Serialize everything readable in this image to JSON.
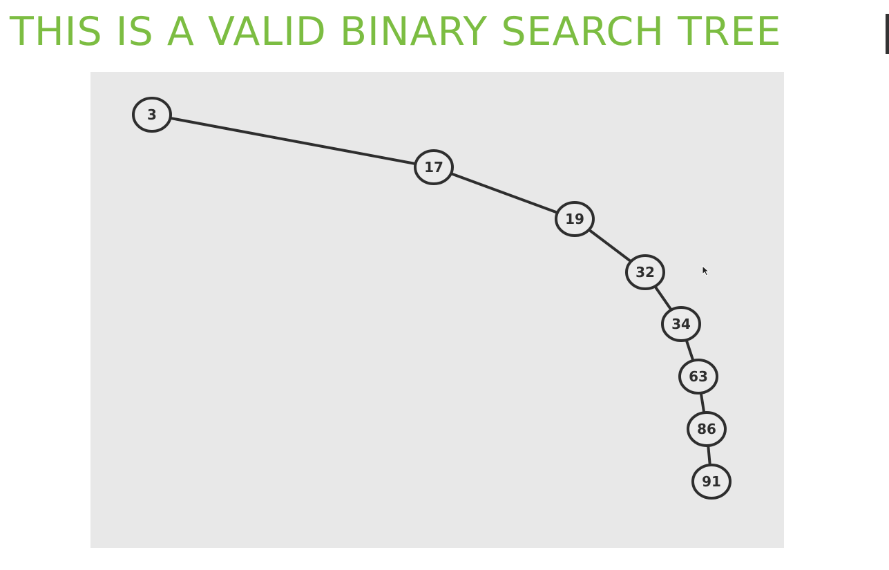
{
  "header": {
    "title": "THIS IS A VALID BINARY SEARCH TREE"
  },
  "colors": {
    "title": "#7cbd42",
    "canvas": "#e8e8e8",
    "node_stroke": "#2e2e2e",
    "node_fill": "#ebebeb",
    "edge": "#2e2e2e"
  },
  "tree": {
    "nodes": [
      {
        "id": "n3",
        "label": "3"
      },
      {
        "id": "n17",
        "label": "17"
      },
      {
        "id": "n19",
        "label": "19"
      },
      {
        "id": "n32",
        "label": "32"
      },
      {
        "id": "n34",
        "label": "34"
      },
      {
        "id": "n63",
        "label": "63"
      },
      {
        "id": "n86",
        "label": "86"
      },
      {
        "id": "n91",
        "label": "91"
      }
    ],
    "edges": [
      {
        "from": "n3",
        "to": "n17",
        "side": "right"
      },
      {
        "from": "n17",
        "to": "n19",
        "side": "right"
      },
      {
        "from": "n19",
        "to": "n32",
        "side": "right"
      },
      {
        "from": "n32",
        "to": "n34",
        "side": "right"
      },
      {
        "from": "n34",
        "to": "n63",
        "side": "right"
      },
      {
        "from": "n63",
        "to": "n86",
        "side": "right"
      },
      {
        "from": "n86",
        "to": "n91",
        "side": "right"
      }
    ]
  }
}
